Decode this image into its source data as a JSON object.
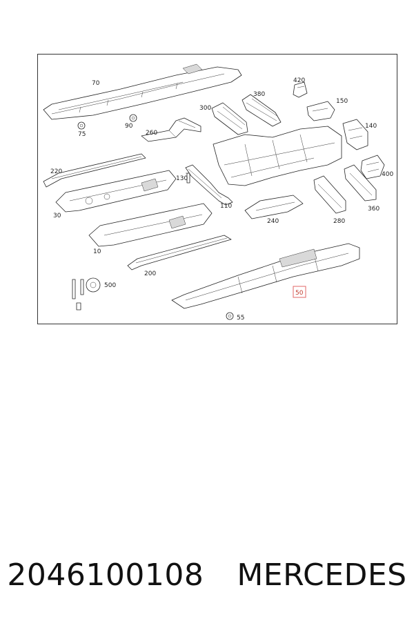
{
  "callouts": {
    "c70": "70",
    "c75": "75",
    "c90": "90",
    "c260": "260",
    "c300": "300",
    "c380": "380",
    "c420": "420",
    "c150": "150",
    "c140": "140",
    "c400": "400",
    "c220": "220",
    "c130": "130",
    "c30": "30",
    "c110": "110",
    "c240": "240",
    "c280": "280",
    "c360": "360",
    "c10": "10",
    "c200": "200",
    "c500": "500",
    "c50": "50",
    "c55": "55"
  },
  "highlight_color": "#e06666",
  "caption": {
    "part_number": "2046100108",
    "brand": "MERCEDES"
  }
}
